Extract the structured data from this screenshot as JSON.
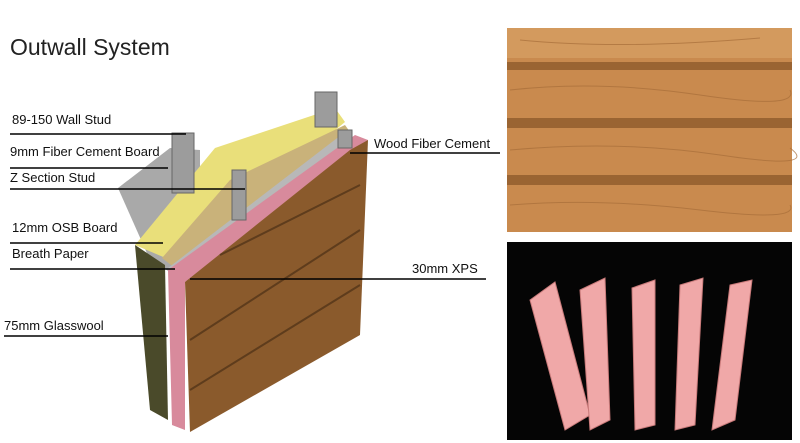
{
  "title": "Outwall System",
  "labels": {
    "wall_stud": "89-150 Wall Stud",
    "fiber_cement_board": "9mm Fiber Cement Board",
    "z_section_stud": "Z Section Stud",
    "osb_board": "12mm OSB Board",
    "breath_paper": "Breath Paper",
    "glasswool": "75mm Glasswool",
    "wood_fiber_cement": "Wood Fiber Cement",
    "xps": "30mm XPS"
  }
}
